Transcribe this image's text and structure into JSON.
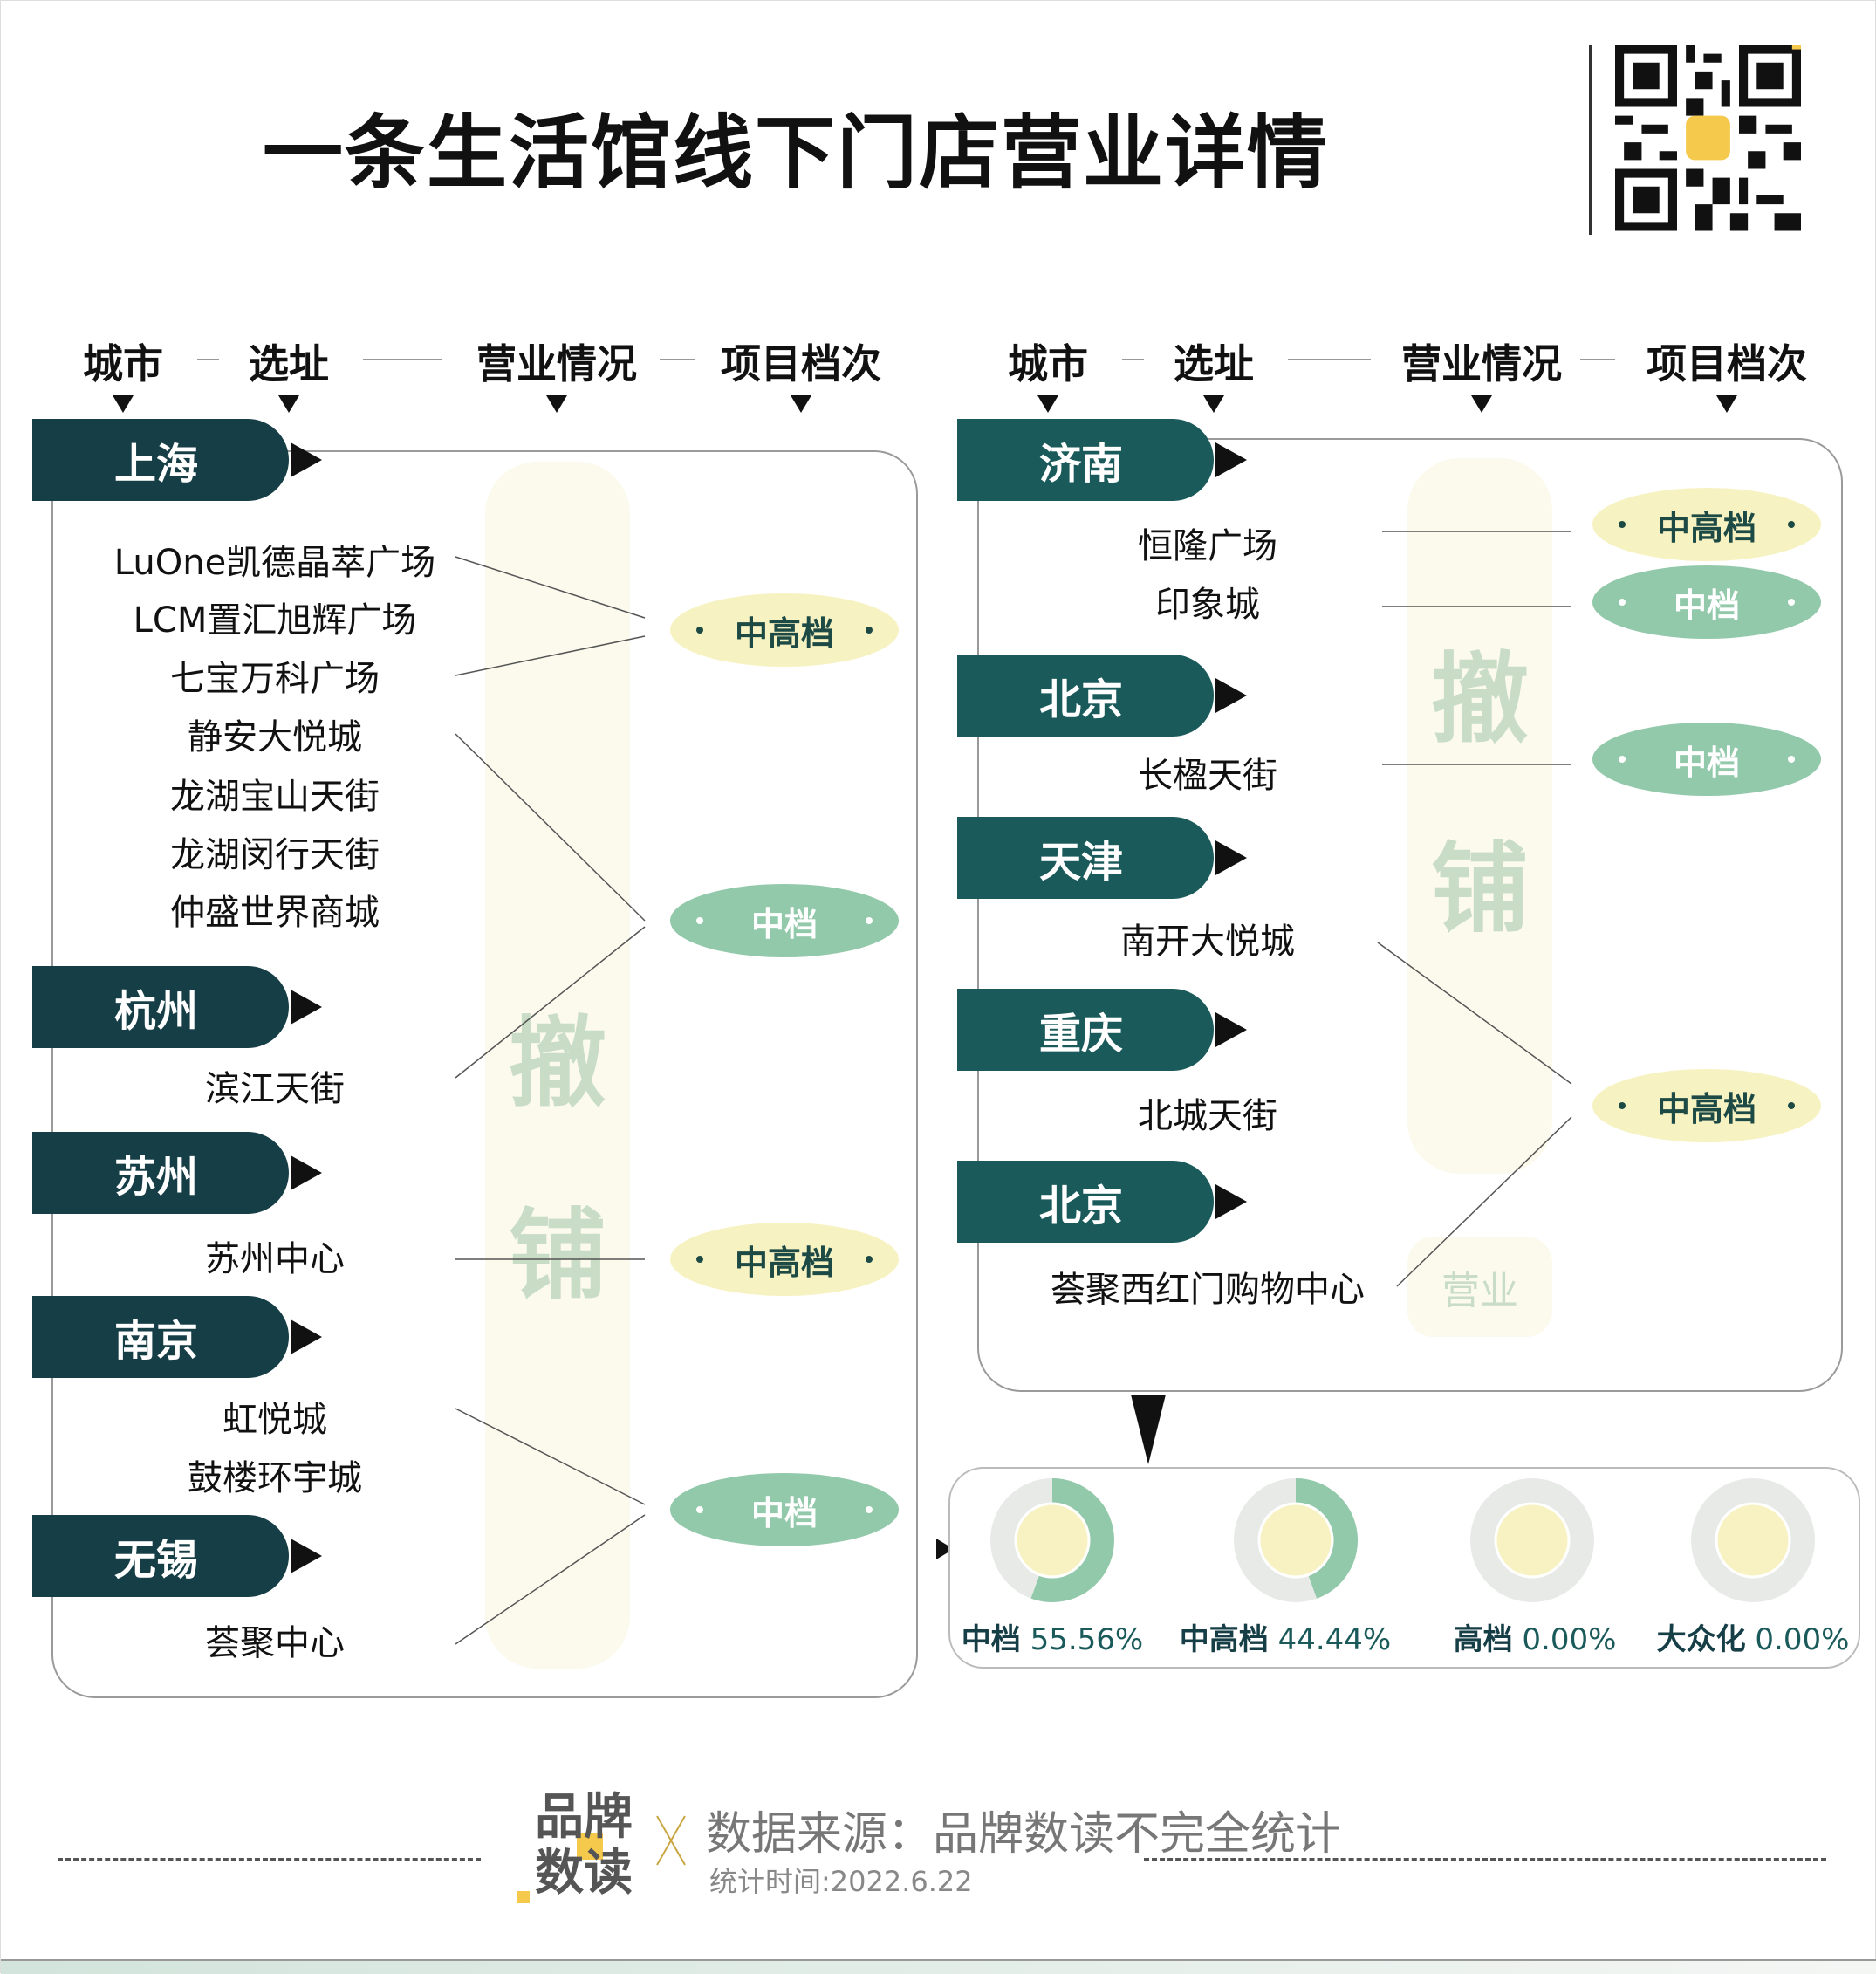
{
  "title": "一条生活馆线下门店营业详情",
  "headers": {
    "city": "城市",
    "site": "选址",
    "status": "营业情况",
    "tier": "项目档次"
  },
  "status_labels": {
    "closed_1": "撤",
    "closed_2": "铺",
    "open": "营业"
  },
  "left": {
    "cities": [
      {
        "name": "上海",
        "stores": [
          "LuOne凯德晶萃广场",
          "LCM置汇旭辉广场",
          "七宝万科广场",
          "静安大悦城",
          "龙湖宝山天街",
          "龙湖闵行天街",
          "仲盛世界商城"
        ]
      },
      {
        "name": "杭州",
        "stores": [
          "滨江天街"
        ]
      },
      {
        "name": "苏州",
        "stores": [
          "苏州中心"
        ]
      },
      {
        "name": "南京",
        "stores": [
          "虹悦城",
          "鼓楼环宇城"
        ]
      },
      {
        "name": "无锡",
        "stores": [
          "荟聚中心"
        ]
      }
    ],
    "badges": [
      "中高档",
      "中档",
      "中高档",
      "中档"
    ]
  },
  "right": {
    "cities": [
      {
        "name": "济南",
        "stores": [
          "恒隆广场",
          "印象城"
        ]
      },
      {
        "name": "北京",
        "stores": [
          "长楹天街"
        ]
      },
      {
        "name": "天津",
        "stores": [
          "南开大悦城"
        ]
      },
      {
        "name": "重庆",
        "stores": [
          "北城天街"
        ]
      },
      {
        "name": "北京",
        "stores": [
          "荟聚西红门购物中心"
        ]
      }
    ],
    "badges": [
      "中高档",
      "中档",
      "中档",
      "中高档"
    ]
  },
  "chart_data": {
    "type": "pie",
    "categories": [
      "中档",
      "中高档",
      "高档",
      "大众化"
    ],
    "values": [
      55.56,
      44.44,
      0.0,
      0.0
    ],
    "labels": [
      "55.56%",
      "44.44%",
      "0.00%",
      "0.00%"
    ],
    "colors": {
      "fill": "#93c9ab",
      "track": "#e8eae8",
      "center": "#f8f2c2"
    }
  },
  "footer": {
    "logo": "品牌数读",
    "source": "数据来源：品牌数读不完全统计",
    "date": "统计时间:2022.6.22"
  },
  "colors": {
    "dark_teal": "#163e46",
    "teal": "#1b5a5a",
    "mid_tier": "#93c9ab",
    "mid_high_tier": "#f7f2c2",
    "accent": "#f5c94c"
  }
}
